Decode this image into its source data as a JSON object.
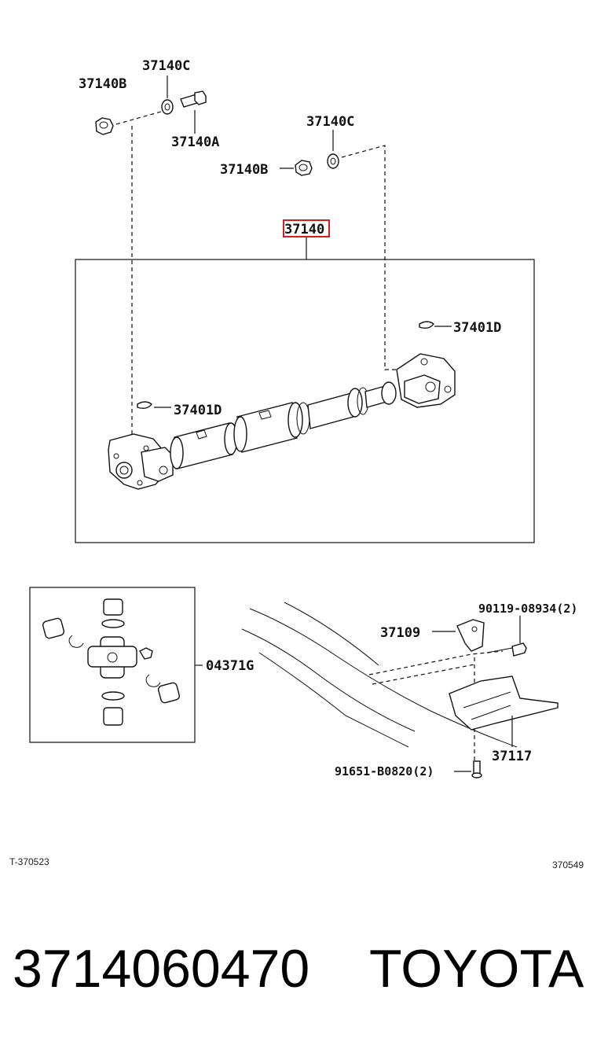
{
  "labels": {
    "l_37140C_top": "37140C",
    "l_37140B_top": "37140B",
    "l_37140A": "37140A",
    "l_37140C_mid": "37140C",
    "l_37140B_mid": "37140B",
    "l_37140": "37140",
    "l_37401D_right": "37401D",
    "l_37401D_left": "37401D",
    "l_04371G": "04371G",
    "l_90119": "90119-08934(2)",
    "l_37109": "37109",
    "l_37117": "37117",
    "l_91651": "91651-B0820(2)"
  },
  "refs": {
    "left": "T-370523",
    "right": "370549"
  },
  "footer": {
    "part_number": "3714060470",
    "brand": "TOYOTA"
  },
  "colors": {
    "highlight": "#d81b1b",
    "ink": "#111111"
  }
}
